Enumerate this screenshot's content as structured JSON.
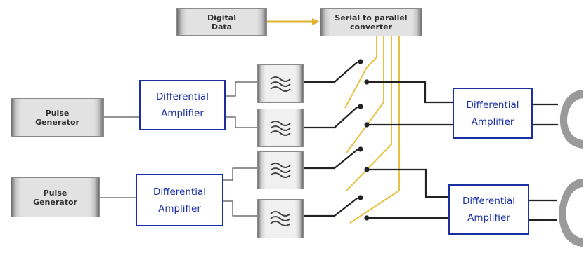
{
  "diagram": {
    "digital_data": "Digital\nData",
    "serial_to_parallel": "Serial to parallel\nconverter",
    "pulse_generators": [
      "Pulse\nGenerator",
      "Pulse\nGenerator"
    ],
    "input_amplifiers": [
      "Differential\nAmplifier",
      "Differential\nAmplifier"
    ],
    "output_amplifiers": [
      "Differential\nAmplifier",
      "Differential\nAmplifier"
    ],
    "filter_count": 4,
    "switch_count": 4,
    "antenna_count": 2
  },
  "colors": {
    "box_gray": "#e2e2e2",
    "amplifier_border": "#1a2fa0",
    "amplifier_text": "#1a2fa0",
    "control_line": "#e8c040",
    "data_arrow": "#e0b030",
    "wire": "#222222",
    "antenna": "#9a9a9a"
  }
}
